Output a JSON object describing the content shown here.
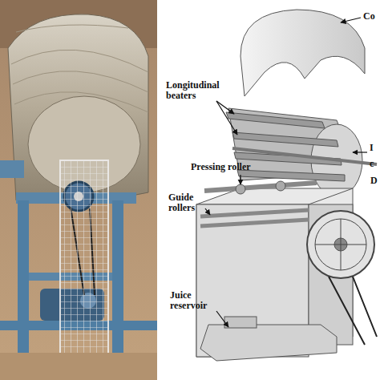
{
  "diagram": {
    "labels": [
      "Co",
      "Longitudinal beaters",
      "I",
      "c",
      "D",
      "Pressing roller",
      "Guide rollers",
      "Juice reservoir"
    ]
  }
}
